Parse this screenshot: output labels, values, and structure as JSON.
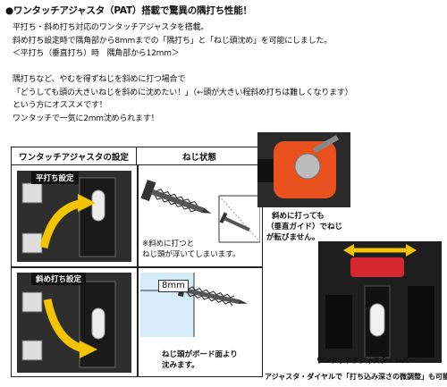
{
  "title": "●ワンタッチアジャスタ（PAT）搭載で驚異の隅打ち性能！",
  "paragraph1": [
    "平打ち・斜め打ち対応のワンタッチアジャスタを搭載。",
    "斜め打ち設定時で隅角部から8mmまでの「隅打ち」と「ねじ頭沈め」を可能にしました。",
    "＜平打ち（垂直打ち）時　隅角部から12mm＞"
  ],
  "paragraph2": [
    "隅打ちなど、やむを得ずねじを斜めに打つ場合で",
    "「どうしても頭の大きいねじを斜めに沈めたい！」（←頭が大きい程斜め打ちは難しくなります）",
    "という方にオススメです！",
    "ワンタッチで一気に2mm沈められます！"
  ],
  "table": {
    "header_setting": "ワンタッチアジャスタの設定",
    "header_state": "ねじ状態",
    "flat_label": "平打ち設定",
    "angle_label": "斜め打ち設定",
    "flat_note": [
      "※斜めに打つと",
      "ねじ頭が浮いてしまいます。"
    ],
    "angle_note": [
      "ねじ頭がボード面より",
      "沈みます。"
    ],
    "depth": "8mm"
  },
  "callout_top": [
    "斜めに打っても",
    "（垂直ガイド）でねじ",
    "が転びません。"
  ],
  "callout_lever": "ワンタッチアジャスタ・レバー",
  "bottom_note": "アジャスタ・ダイヤルで「打ち込み深さの微調整」も可能",
  "colors": {
    "orange": "#e8501e",
    "yellow": "#f5c400",
    "dark": "#222222",
    "red": "#d4282e",
    "blue_bg": "#d6ecf8"
  }
}
